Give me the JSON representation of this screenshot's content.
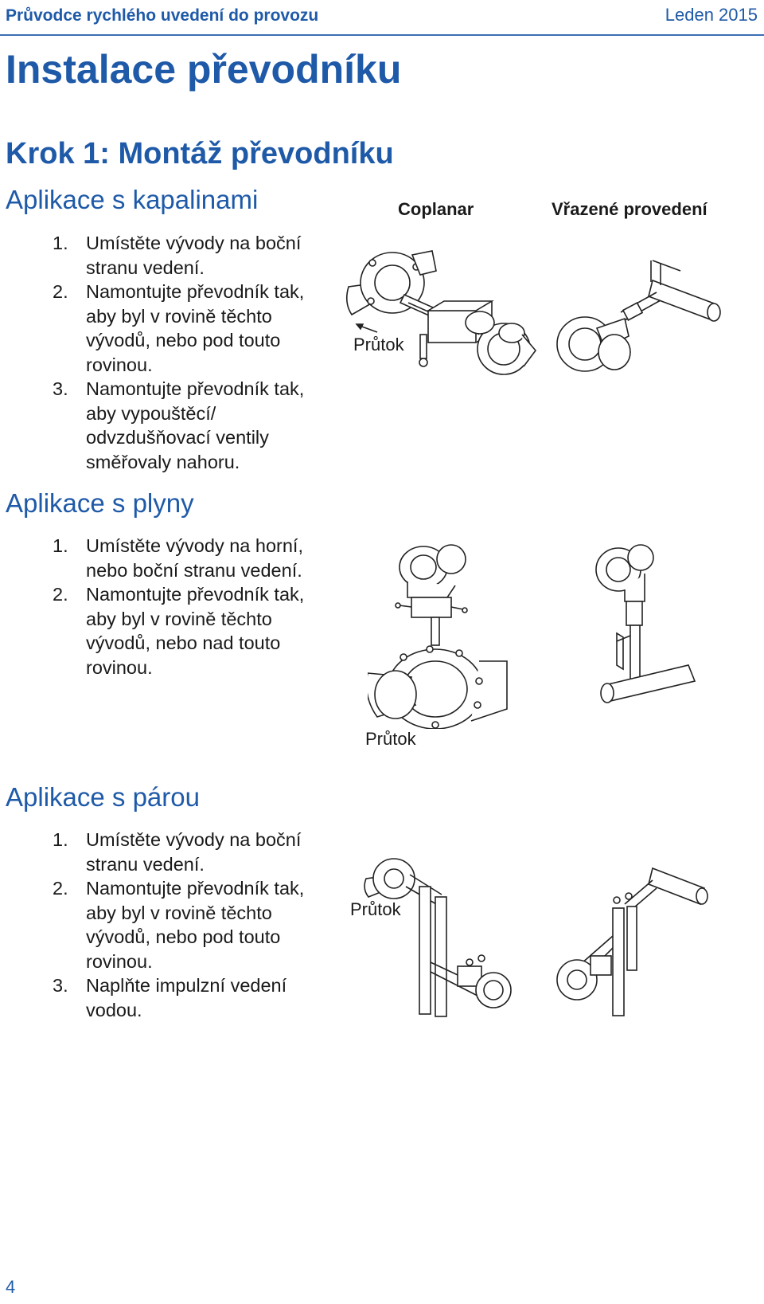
{
  "header": {
    "doc_title": "Průvodce rychlého uvedení do provozu",
    "date": "Leden 2015"
  },
  "page_title": "Instalace převodníku",
  "step_title": "Krok 1: Montáž převodníku",
  "columns": {
    "coplanar": "Coplanar",
    "inline": "Vřazené provedení"
  },
  "liquid": {
    "heading": "Aplikace s kapalinami",
    "items": [
      {
        "num": "1.",
        "text": "Umístěte vývody na boční stranu vedení."
      },
      {
        "num": "2.",
        "text": "Namontujte převodník tak, aby byl v rovině těchto vývodů, nebo pod touto rovinou."
      },
      {
        "num": "3.",
        "text": "Namontujte převodník tak, aby vypouštěcí/ odvzdušňovací ventily směřovaly nahoru."
      }
    ],
    "flow_label": "Průtok"
  },
  "gas": {
    "heading": "Aplikace s plyny",
    "items": [
      {
        "num": "1.",
        "text": "Umístěte vývody na horní, nebo boční stranu vedení."
      },
      {
        "num": "2.",
        "text": "Namontujte převodník tak, aby byl v rovině těchto vývodů, nebo nad touto rovinou."
      }
    ],
    "flow_label": "Průtok"
  },
  "steam": {
    "heading": "Aplikace s párou",
    "items": [
      {
        "num": "1.",
        "text": "Umístěte vývody na boční stranu vedení."
      },
      {
        "num": "2.",
        "text": "Namontujte převodník tak, aby byl v rovině těchto vývodů, nebo pod touto rovinou."
      },
      {
        "num": "3.",
        "text": "Naplňte impulzní vedení vodou."
      }
    ],
    "flow_label": "Průtok"
  },
  "page_number": "4",
  "colors": {
    "heading_blue": "#1f5aa8",
    "rule_blue": "#3c6fb5"
  }
}
